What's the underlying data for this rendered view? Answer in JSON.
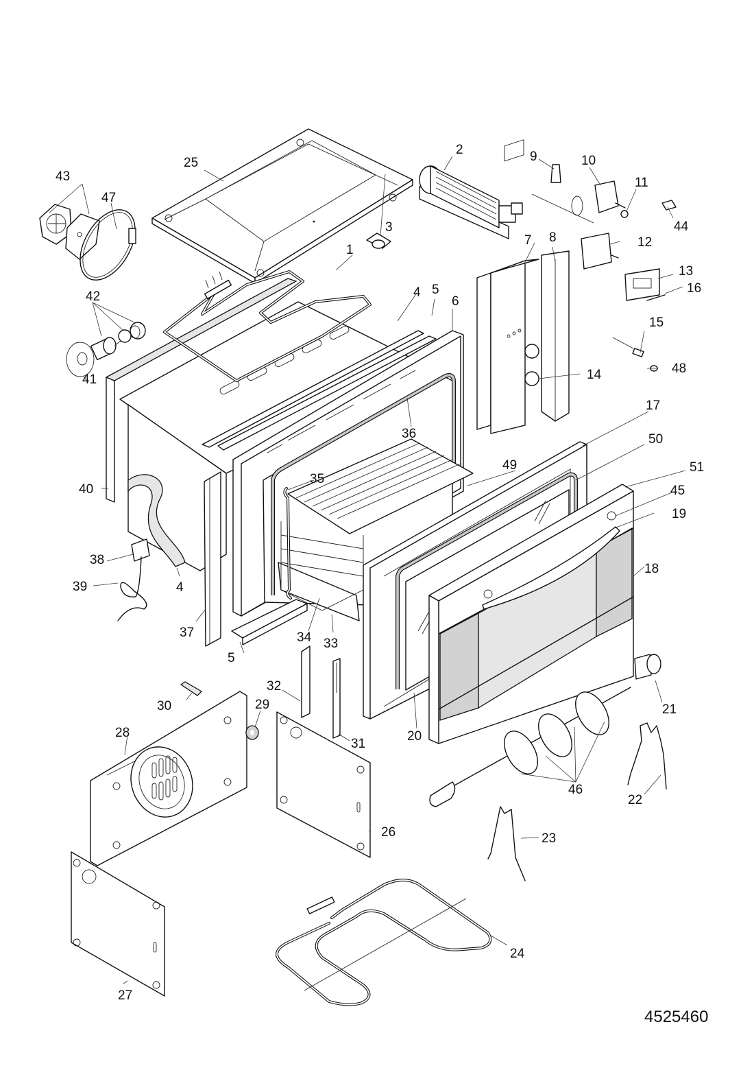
{
  "diagram": {
    "type": "exploded-parts-view",
    "subject": "built-in oven",
    "drawing_number": "4525460",
    "callouts": [
      {
        "id": "1",
        "text": "1"
      },
      {
        "id": "2",
        "text": "2"
      },
      {
        "id": "3",
        "text": "3"
      },
      {
        "id": "4a",
        "text": "4"
      },
      {
        "id": "4b",
        "text": "4"
      },
      {
        "id": "5a",
        "text": "5"
      },
      {
        "id": "5b",
        "text": "5"
      },
      {
        "id": "6",
        "text": "6"
      },
      {
        "id": "7",
        "text": "7"
      },
      {
        "id": "8",
        "text": "8"
      },
      {
        "id": "9",
        "text": "9"
      },
      {
        "id": "10",
        "text": "10"
      },
      {
        "id": "11",
        "text": "11"
      },
      {
        "id": "12",
        "text": "12"
      },
      {
        "id": "13",
        "text": "13"
      },
      {
        "id": "14",
        "text": "14"
      },
      {
        "id": "15",
        "text": "15"
      },
      {
        "id": "16",
        "text": "16"
      },
      {
        "id": "17",
        "text": "17"
      },
      {
        "id": "18",
        "text": "18"
      },
      {
        "id": "19",
        "text": "19"
      },
      {
        "id": "20",
        "text": "20"
      },
      {
        "id": "21",
        "text": "21"
      },
      {
        "id": "22",
        "text": "22"
      },
      {
        "id": "23",
        "text": "23"
      },
      {
        "id": "24",
        "text": "24"
      },
      {
        "id": "25",
        "text": "25"
      },
      {
        "id": "26",
        "text": "26"
      },
      {
        "id": "27",
        "text": "27"
      },
      {
        "id": "28",
        "text": "28"
      },
      {
        "id": "29",
        "text": "29"
      },
      {
        "id": "30",
        "text": "30"
      },
      {
        "id": "31",
        "text": "31"
      },
      {
        "id": "32",
        "text": "32"
      },
      {
        "id": "33",
        "text": "33"
      },
      {
        "id": "34",
        "text": "34"
      },
      {
        "id": "35",
        "text": "35"
      },
      {
        "id": "36",
        "text": "36"
      },
      {
        "id": "37",
        "text": "37"
      },
      {
        "id": "38",
        "text": "38"
      },
      {
        "id": "39",
        "text": "39"
      },
      {
        "id": "40",
        "text": "40"
      },
      {
        "id": "41",
        "text": "41"
      },
      {
        "id": "42",
        "text": "42"
      },
      {
        "id": "43",
        "text": "43"
      },
      {
        "id": "44",
        "text": "44"
      },
      {
        "id": "45",
        "text": "45"
      },
      {
        "id": "46",
        "text": "46"
      },
      {
        "id": "47",
        "text": "47"
      },
      {
        "id": "48",
        "text": "48"
      },
      {
        "id": "49",
        "text": "49"
      },
      {
        "id": "50",
        "text": "50"
      },
      {
        "id": "51",
        "text": "51"
      }
    ]
  }
}
